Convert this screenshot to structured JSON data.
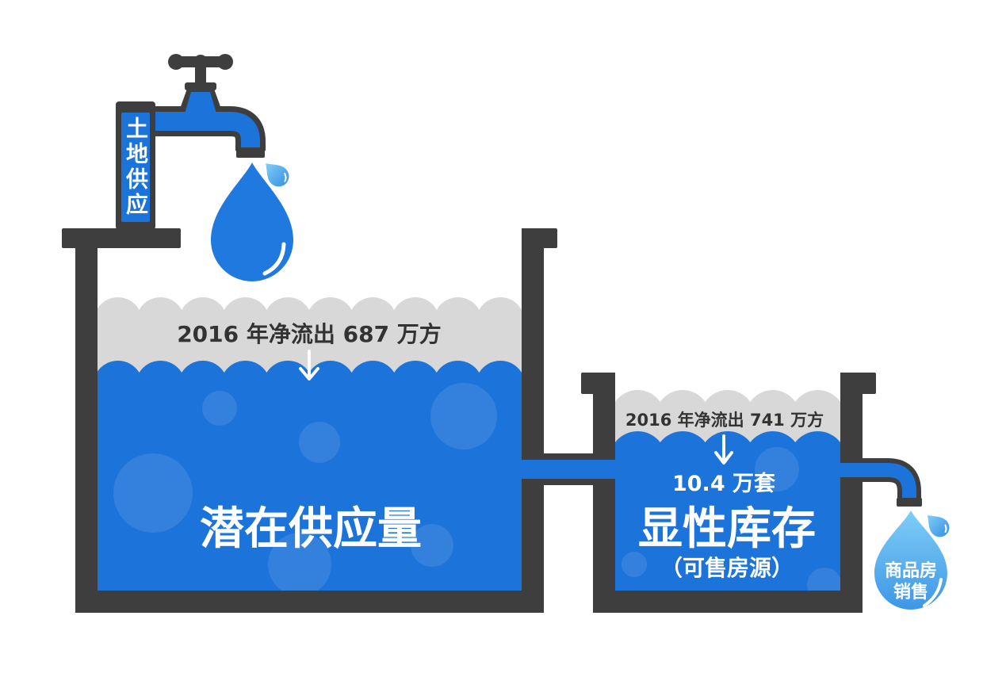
{
  "colors": {
    "outline": "#3e3e3e",
    "water": "#1c73d9",
    "air": "#d8d8d8",
    "flow_text": "#333333",
    "text_on_water": "#ffffff",
    "drop_blue": "#2079de",
    "drop_light_top": "#80cdf7",
    "drop_light_bottom": "#3d97e6"
  },
  "icons": {
    "faucet": "faucet-icon",
    "water_drop": "water-drop-icon",
    "flow_arrow": "arrow-down-icon"
  },
  "land_supply": {
    "label": "土地供应"
  },
  "potential_supply_tank": {
    "flow_text": "2016 年净流出 687 万方",
    "title": "潜在供应量"
  },
  "visible_inventory_tank": {
    "flow_text": "2016 年净流出 741 万方",
    "count": "10.4 万套",
    "title": "显性库存",
    "subtitle": "（可售房源）"
  },
  "home_sales": {
    "label_lines": [
      "商品房",
      "销售"
    ]
  }
}
